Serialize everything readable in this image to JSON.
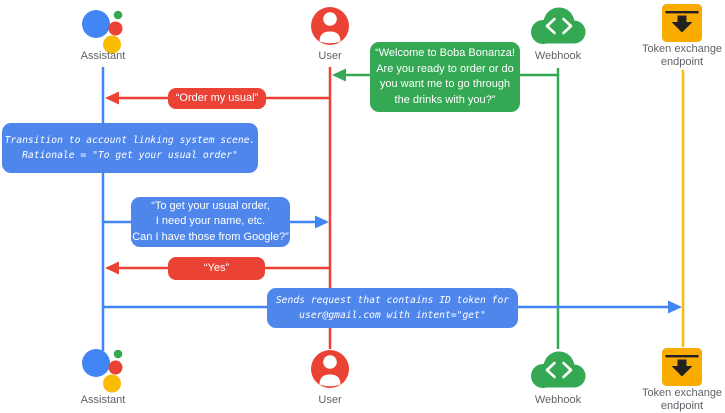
{
  "actors": {
    "assistant": {
      "label": "Assistant",
      "icon": "google-assistant-logo",
      "color": "#4285F4"
    },
    "user": {
      "label": "User",
      "icon": "person-circle-icon",
      "color": "#EA4335"
    },
    "webhook": {
      "label": "Webhook",
      "icon": "cloud-code-icon",
      "color": "#34A853"
    },
    "token_endpoint": {
      "label": "Token exchange endpoint",
      "icon": "archive-download-icon",
      "color": "#F9AB00"
    }
  },
  "messages": {
    "welcome": {
      "from": "webhook",
      "to": "user",
      "style": "speech-bubble",
      "color": "#34A853",
      "lines": [
        "“Welcome to Boba Bonanza!",
        "Are you ready to order or do",
        "you want me to go through",
        "the drinks with you?”"
      ]
    },
    "order_my_usual": {
      "from": "user",
      "to": "assistant",
      "style": "speech-bubble",
      "color": "#EA4335",
      "text": "“Order my usual”"
    },
    "transition_note": {
      "style": "system-note",
      "color": "#4E86EC",
      "lines": [
        "Transition to account linking system scene.",
        "Rationale = \"To get your usual order\""
      ]
    },
    "usual_order": {
      "from": "assistant",
      "to": "user",
      "style": "speech-bubble",
      "color": "#4E86EC",
      "lines": [
        "“To get your usual order,",
        "I need your name, etc.",
        "Can I have those from Google?”"
      ]
    },
    "yes": {
      "from": "user",
      "to": "assistant",
      "style": "speech-bubble",
      "color": "#EA4335",
      "text": "“Yes”"
    },
    "send_request": {
      "from": "assistant",
      "to": "token_endpoint",
      "style": "system-note",
      "color": "#4E86EC",
      "lines": [
        "Sends request that contains ID token for",
        "user@gmail.com with intent=\"get\""
      ]
    }
  },
  "colors": {
    "lifeline_assistant": "#4285F4",
    "lifeline_user": "#EA4335",
    "lifeline_webhook": "#34A853",
    "lifeline_token_endpoint": "#FBBC04",
    "note_blue": "#4E86EC",
    "label_gray": "#5F6368",
    "bubble_text": "#FFFFFF"
  }
}
